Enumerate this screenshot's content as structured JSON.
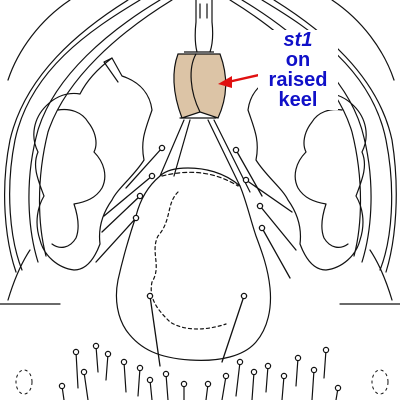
{
  "annotation": {
    "lines": [
      "st1",
      "on",
      "raised",
      "keel"
    ],
    "text_color": "#1010c8",
    "arrow_color": "#e01010"
  },
  "colors": {
    "line": "#111111",
    "keel_fill": "#dcc4a6"
  }
}
